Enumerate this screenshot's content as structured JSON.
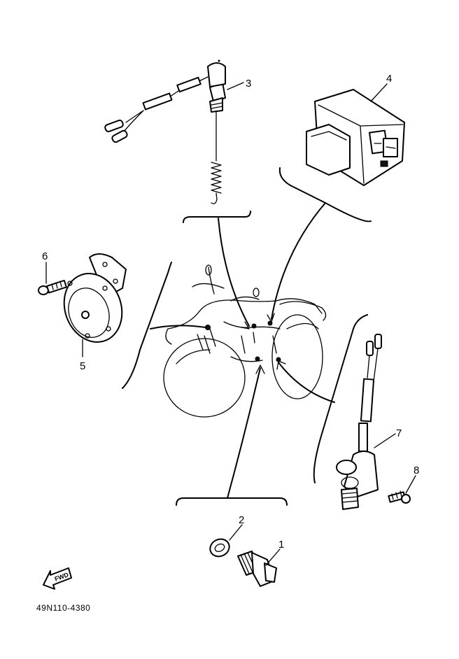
{
  "drawing_code": "49N110-4380",
  "fwd_label": "FWD",
  "callouts": [
    {
      "id": "1",
      "label": "1",
      "part": "neutral-switch"
    },
    {
      "id": "2",
      "label": "2",
      "part": "gasket"
    },
    {
      "id": "3",
      "label": "3",
      "part": "rear-brake-switch"
    },
    {
      "id": "4",
      "label": "4",
      "part": "flasher-relay"
    },
    {
      "id": "5",
      "label": "5",
      "part": "horn"
    },
    {
      "id": "6",
      "label": "6",
      "part": "bolt"
    },
    {
      "id": "7",
      "label": "7",
      "part": "oil-level-switch"
    },
    {
      "id": "8",
      "label": "8",
      "part": "bolt"
    }
  ]
}
